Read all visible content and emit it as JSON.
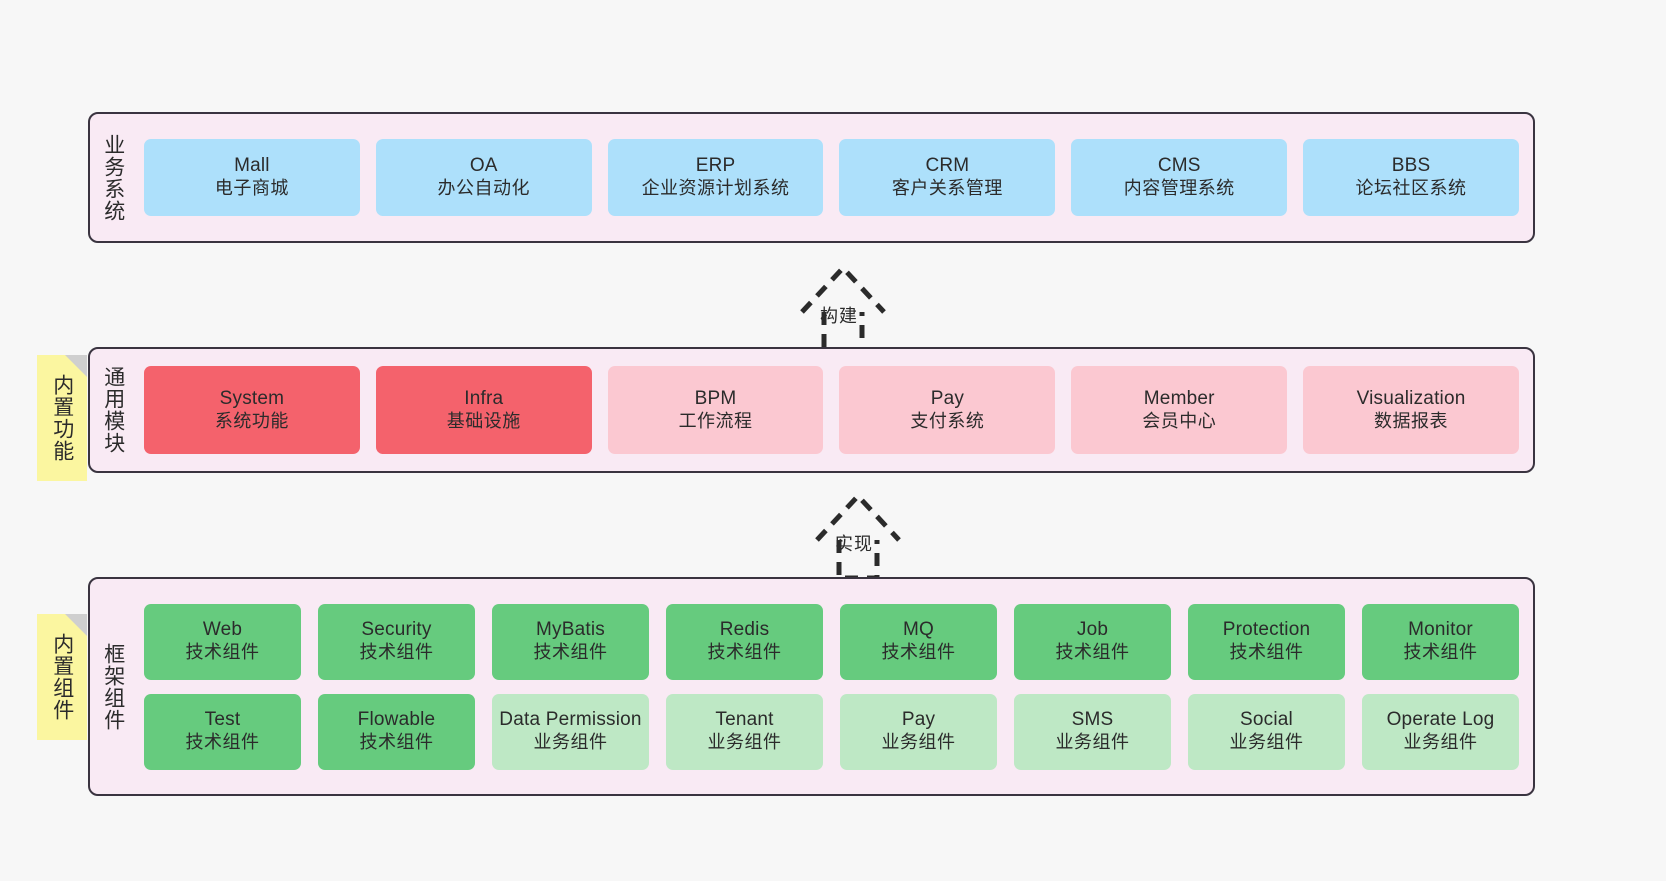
{
  "diagram": {
    "title": "",
    "background": "#f7f7f7",
    "colors": {
      "layer_fill": "#f9eaf4",
      "layer_border": "#3a3440",
      "business_node": "#ade0fb",
      "module_active": "#f4626c",
      "module_inactive": "#fbc8d1",
      "tech_component": "#66cb7e",
      "biz_component": "#bee8c5",
      "note_fill": "#fbf6a0",
      "note_fold": "#cfcfcf"
    }
  },
  "layers": [
    {
      "id": "business-systems",
      "title": "业务系统",
      "nodes": [
        {
          "en": "Mall",
          "cn": "电子商城"
        },
        {
          "en": "OA",
          "cn": "办公自动化"
        },
        {
          "en": "ERP",
          "cn": "企业资源计划系统"
        },
        {
          "en": "CRM",
          "cn": "客户关系管理"
        },
        {
          "en": "CMS",
          "cn": "内容管理系统"
        },
        {
          "en": "BBS",
          "cn": "论坛社区系统"
        }
      ]
    },
    {
      "id": "common-modules",
      "title": "通用模块",
      "note": "内置功能",
      "nodes": [
        {
          "en": "System",
          "cn": "系统功能",
          "state": "active"
        },
        {
          "en": "Infra",
          "cn": "基础设施",
          "state": "active"
        },
        {
          "en": "BPM",
          "cn": "工作流程",
          "state": "inactive"
        },
        {
          "en": "Pay",
          "cn": "支付系统",
          "state": "inactive"
        },
        {
          "en": "Member",
          "cn": "会员中心",
          "state": "inactive"
        },
        {
          "en": "Visualization",
          "cn": "数据报表",
          "state": "inactive"
        }
      ]
    },
    {
      "id": "framework-components",
      "title": "框架组件",
      "note": "内置组件",
      "rows": [
        [
          {
            "en": "Web",
            "cn": "技术组件",
            "kind": "tech"
          },
          {
            "en": "Security",
            "cn": "技术组件",
            "kind": "tech"
          },
          {
            "en": "MyBatis",
            "cn": "技术组件",
            "kind": "tech"
          },
          {
            "en": "Redis",
            "cn": "技术组件",
            "kind": "tech"
          },
          {
            "en": "MQ",
            "cn": "技术组件",
            "kind": "tech"
          },
          {
            "en": "Job",
            "cn": "技术组件",
            "kind": "tech"
          },
          {
            "en": "Protection",
            "cn": "技术组件",
            "kind": "tech"
          },
          {
            "en": "Monitor",
            "cn": "技术组件",
            "kind": "tech"
          }
        ],
        [
          {
            "en": "Test",
            "cn": "技术组件",
            "kind": "tech"
          },
          {
            "en": "Flowable",
            "cn": "技术组件",
            "kind": "tech"
          },
          {
            "en": "Data Permission",
            "cn": "业务组件",
            "kind": "biz"
          },
          {
            "en": "Tenant",
            "cn": "业务组件",
            "kind": "biz"
          },
          {
            "en": "Pay",
            "cn": "业务组件",
            "kind": "biz"
          },
          {
            "en": "SMS",
            "cn": "业务组件",
            "kind": "biz"
          },
          {
            "en": "Social",
            "cn": "业务组件",
            "kind": "biz"
          },
          {
            "en": "Operate Log",
            "cn": "业务组件",
            "kind": "biz"
          }
        ]
      ]
    }
  ],
  "connectors": [
    {
      "id": "build",
      "label": "构建",
      "from": "common-modules",
      "to": "business-systems",
      "style": "dashed-hollow-triangle"
    },
    {
      "id": "implement",
      "label": "实现",
      "from": "framework-components",
      "to": "common-modules",
      "style": "dashed-hollow-triangle"
    }
  ]
}
